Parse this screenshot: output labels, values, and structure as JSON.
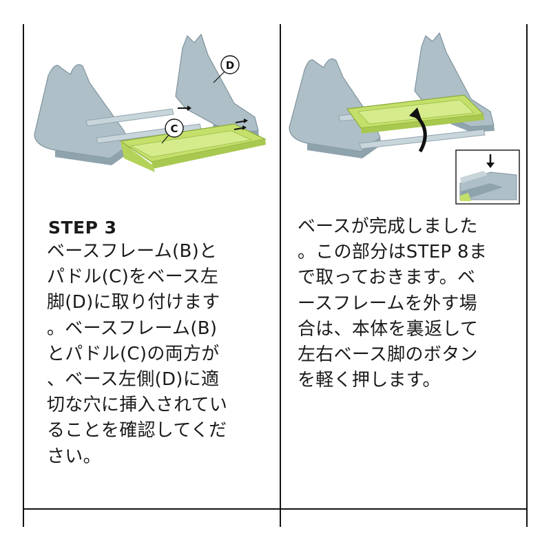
{
  "left_panel": {
    "step_title": "STEP 3",
    "body_lines": "ベースフレーム(B)と\nパドル(C)をベース左\n脚(D)に取り付けます\n。ベースフレーム(B)\nとパドル(C)の両方が\n、ベース左側(D)に適\n切な穴に挿入されてい\nることを確認してくだ\nさい。",
    "callout_c": "C",
    "callout_d": "D"
  },
  "right_panel": {
    "body_lines": "ベースが完成しました\n。この部分はSTEP 8ま\nで取っておきます。ベ\nースフレームを外す場\n合は、本体を裏返して\n左右ベース脚のボタン\nを軽く押します。"
  },
  "colors": {
    "base_gray": "#aebfc7",
    "frame_green": "#c4e06a",
    "line": "#111111"
  }
}
